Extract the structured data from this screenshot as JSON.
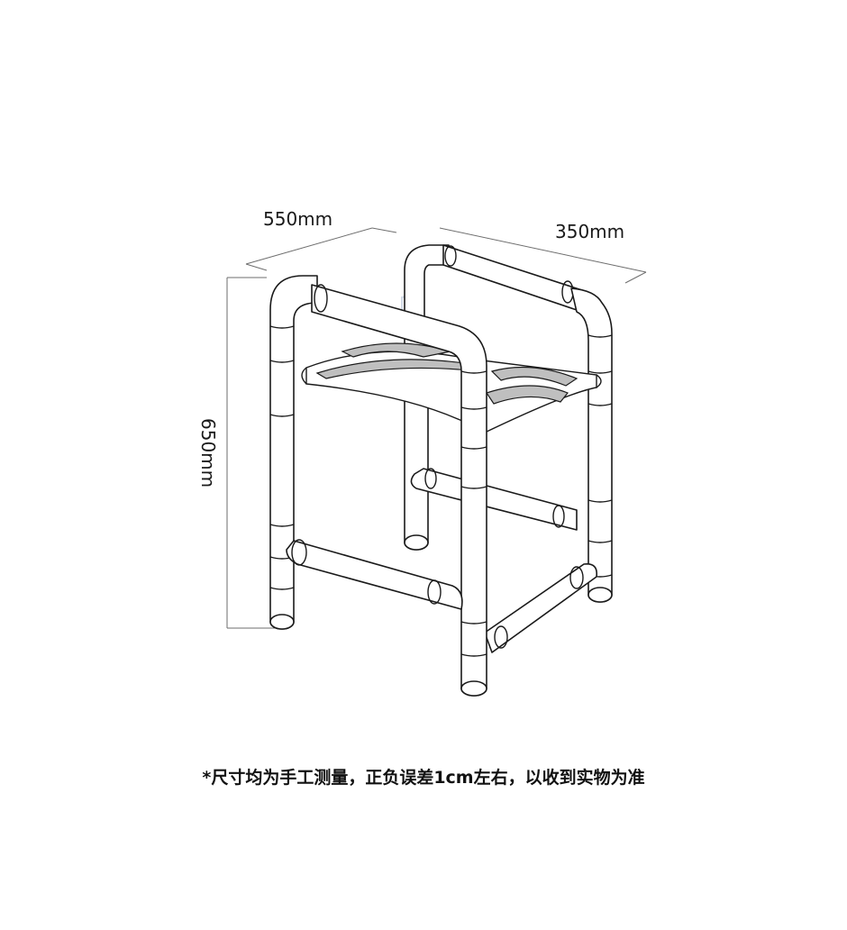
{
  "dimensions": {
    "width_label": "550mm",
    "depth_label": "350mm",
    "height_label": "650mm"
  },
  "watermark": {
    "text": "",
    "sub": ""
  },
  "note": "*尺寸均为手工测量，正负误差1cm左右，以收到实物为准",
  "colors": {
    "line": "#1a1a1a",
    "dimension_line": "#6e6e6e",
    "fill": "#ffffff",
    "watermark": "#c9d2e0"
  }
}
